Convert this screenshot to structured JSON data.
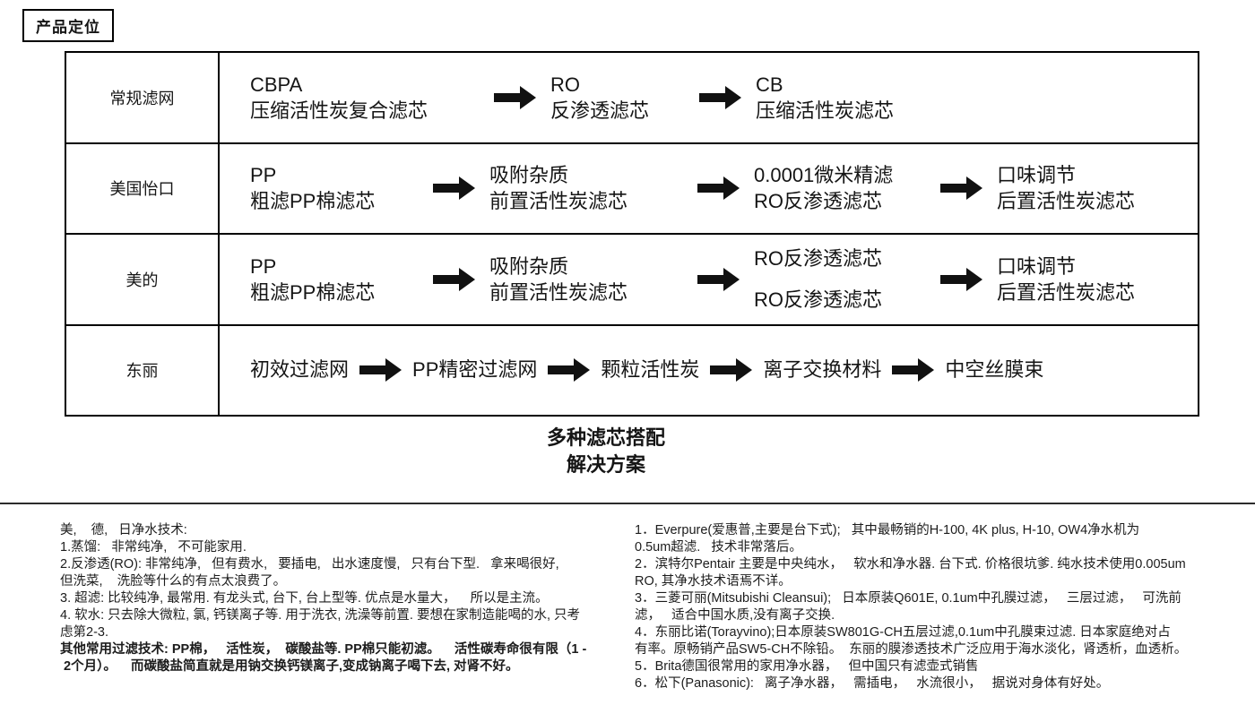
{
  "page": {
    "tag": "产品定位"
  },
  "caption": {
    "line1": "多种滤芯搭配",
    "line2": "解决方案"
  },
  "flow": {
    "rows": [
      {
        "label": "常规滤网",
        "items": [
          {
            "l1": "CBPA",
            "l2": "压缩活性炭复合滤芯"
          },
          {
            "l1": "RO",
            "l2": "反渗透滤芯"
          },
          {
            "l1": "CB",
            "l2": "压缩活性炭滤芯"
          }
        ]
      },
      {
        "label": "美国怡口",
        "items": [
          {
            "l1": "PP",
            "l2": "粗滤PP棉滤芯"
          },
          {
            "l1": "吸附杂质",
            "l2": "前置活性炭滤芯"
          },
          {
            "l1": "0.0001微米精滤",
            "l2": "RO反渗透滤芯"
          },
          {
            "l1": "口味调节",
            "l2": "后置活性炭滤芯"
          }
        ]
      },
      {
        "label": "美的",
        "items": [
          {
            "l1": "PP",
            "l2": "粗滤PP棉滤芯"
          },
          {
            "l1": "吸附杂质",
            "l2": "前置活性炭滤芯"
          },
          {
            "l1": "RO反渗透滤芯",
            "l2": "RO反渗透滤芯"
          },
          {
            "l1": "口味调节",
            "l2": "后置活性炭滤芯"
          }
        ]
      },
      {
        "label": "东丽",
        "items": [
          {
            "l1": "初效过滤网"
          },
          {
            "l1": "PP精密过滤网"
          },
          {
            "l1": "颗粒活性炭"
          },
          {
            "l1": "离子交换材料"
          },
          {
            "l1": "中空丝膜束"
          }
        ]
      }
    ]
  },
  "notes_left": {
    "lines": [
      "美,    德,   日净水技术:",
      "1.蒸馏:   非常纯净,   不可能家用.",
      "2.反渗透(RO): 非常纯净,   但有费水,   要插电,   出水速度慢,   只有台下型.   拿来喝很好,",
      "但洗菜,    洗脸等什么的有点太浪费了。",
      "3. 超滤: 比较纯净, 最常用. 有龙头式, 台下, 台上型等. 优点是水量大，    所以是主流。",
      "4. 软水: 只去除大微粒, 氯, 钙镁离子等. 用于洗衣, 洗澡等前置. 要想在家制造能喝的水, 只考",
      "虑第2-3."
    ],
    "bold_lines": [
      "其他常用过滤技术: PP棉，   活性炭，  碳酸盐等. PP棉只能初滤。    活性碳寿命很有限（1 -",
      " 2个月）。    而碳酸盐简直就是用钠交换钙镁离子,变成钠离子喝下去, 对肾不好。"
    ]
  },
  "notes_right": {
    "lines": [
      "1．Everpure(爱惠普,主要是台下式);   其中最畅销的H-100, 4K plus, H-10, OW4净水机为",
      "0.5um超滤.   技术非常落后。",
      "2．滨特尔Pentair 主要是中央纯水，   软水和净水器. 台下式. 价格很坑爹. 纯水技术使用0.005um",
      "RO, 其净水技术语焉不详。",
      "3．三菱可丽(Mitsubishi Cleansui);   日本原装Q601E, 0.1um中孔膜过滤，   三层过滤，   可洗前",
      "滤，   适合中国水质,没有离子交换.",
      "4．东丽比诺(Torayvino);日本原装SW801G-CH五层过滤,0.1um中孔膜束过滤. 日本家庭绝对占",
      "有率。原畅销产品SW5-CH不除铅。  东丽的膜渗透技术广泛应用于海水淡化，肾透析，血透析。",
      "5．Brita德国很常用的家用净水器，   但中国只有滤壶式销售",
      "6．松下(Panasonic):   离子净水器，   需插电，   水流很小，   据说对身体有好处。"
    ]
  }
}
